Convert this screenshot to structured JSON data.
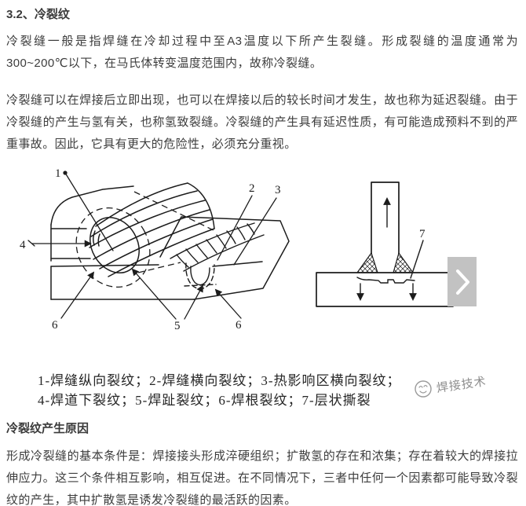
{
  "colors": {
    "text": "#3d3d3d",
    "caption_text": "#262626",
    "watermark_gray": "#8d8d8d",
    "diagram_stroke": "#1c1c1c",
    "next_button_bg": "#c2c2c2",
    "next_button_chevron": "#ffffff"
  },
  "article": {
    "title": "3.2、冷裂纹",
    "para1": "冷裂缝一般是指焊缝在冷却过程中至A3温度以下所产生裂缝。形成裂缝的温度通常为300~200℃以下，在马氏体转变温度范围内，故称冷裂缝。",
    "para2": "冷裂缝可以在焊接后立即出现，也可以在焊接以后的较长时间才发生，故也称为延迟裂缝。由于冷裂缝的产生与氢有关，也称氢致裂缝。冷裂缝的产生具有延迟性质，有可能造成预料不到的严重事故。因此，它具有更大的危险性，必须充分重视。",
    "cause_heading": "冷裂纹产生原因",
    "para3": "形成冷裂缝的基本条件是：焊接接头形成淬硬组织；扩散氢的存在和浓集；存在着较大的焊接拉伸应力。这三个条件相互影响，相互促进。在不同情况下，三者中任何一个因素都可能导致冷裂纹的产生，其中扩散氢是诱发冷裂缝的最活跃的因素。"
  },
  "figure": {
    "caption_line1": "1-焊缝纵向裂纹；2-焊缝横向裂纹；3-热影响区横向裂纹；",
    "caption_line2": "4-焊道下裂纹；5-焊趾裂纹；6-焊根裂纹；7-层状撕裂",
    "watermark_text": "焊接技术",
    "labels": {
      "n1": "1",
      "n2": "2",
      "n3": "3",
      "n4": "4",
      "n5": "5",
      "n6": "6",
      "n7": "7"
    }
  }
}
